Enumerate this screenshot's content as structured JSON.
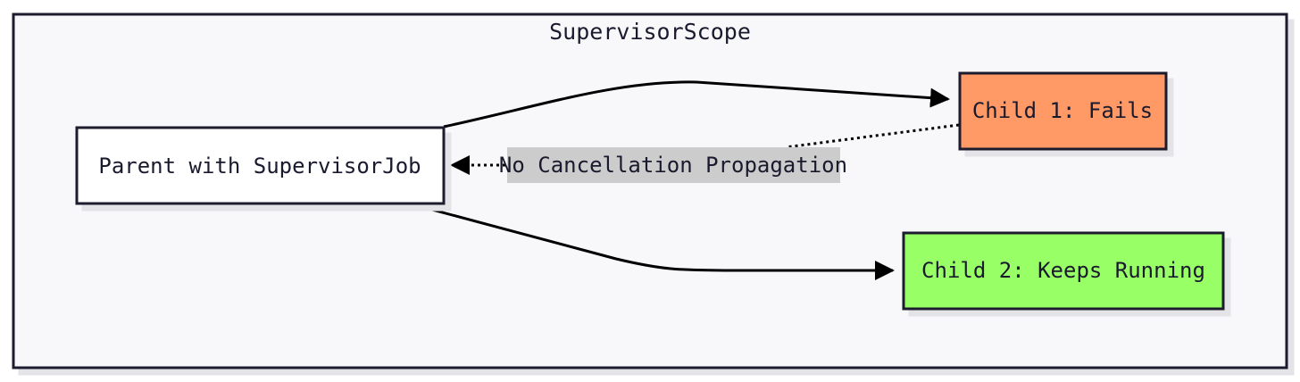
{
  "scope": {
    "label": "SupervisorScope",
    "background": "#f8f8fb",
    "border": "#1a1a2e"
  },
  "nodes": {
    "parent": {
      "label": "Parent with SupervisorJob",
      "fill": "#ffffff"
    },
    "child1": {
      "label": "Child 1: Fails",
      "fill": "#ff9966"
    },
    "child2": {
      "label": "Child 2: Keeps Running",
      "fill": "#99ff66"
    }
  },
  "edges": {
    "no_propagation": {
      "label": "No Cancellation Propagation",
      "label_background": "#cccccc",
      "style": "dotted"
    }
  }
}
